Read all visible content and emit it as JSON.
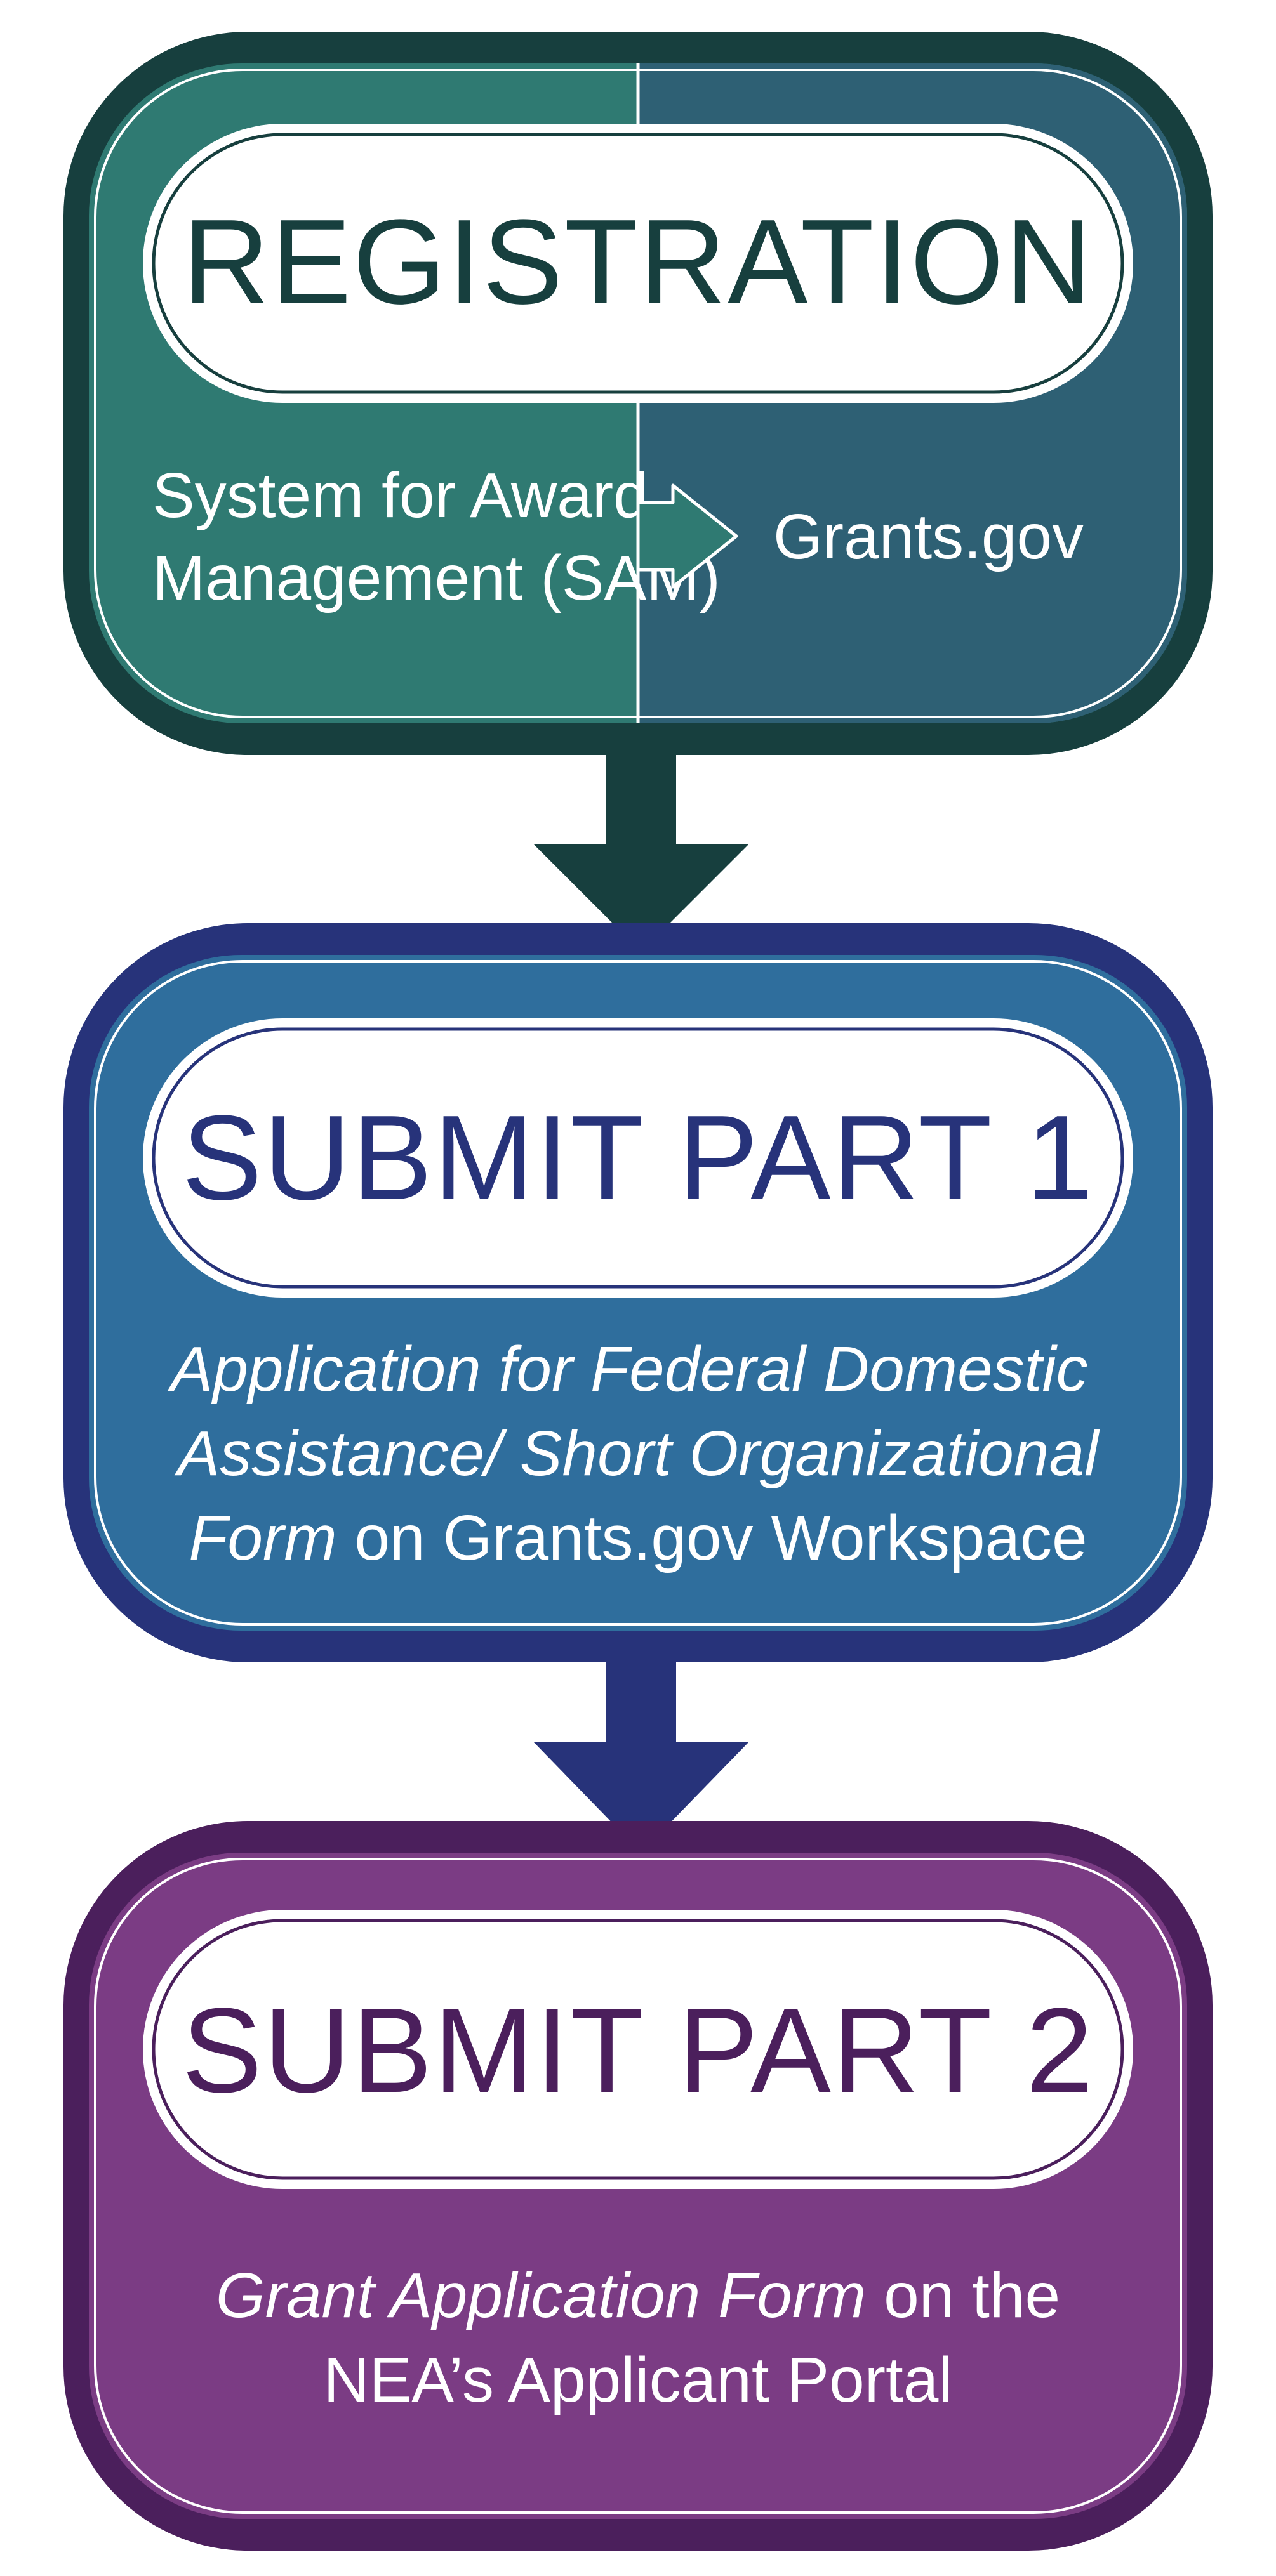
{
  "registration": {
    "title": "REGISTRATION",
    "left_line1": "System for Award",
    "left_line2": "Management (SAM)",
    "right_label": "Grants.gov",
    "colors": {
      "border": "#173f3e",
      "left_fill": "#2f7a72",
      "right_fill": "#2e6074",
      "title_text": "#173f3e"
    }
  },
  "part1": {
    "title": "SUBMIT PART 1",
    "line1_italic": "Application for Federal Domestic",
    "line2_italic": "Assistance/ Short Organizational",
    "line3_italic": "Form",
    "line3_regular": " on Grants.gov Workspace",
    "colors": {
      "border": "#27337a",
      "fill": "#2f6e9d",
      "title_text": "#27337a"
    }
  },
  "part2": {
    "title": "SUBMIT PART 2",
    "line1_italic": "Grant Application Form",
    "line1_regular": " on the",
    "line2": "NEA’s Applicant Portal",
    "colors": {
      "border": "#4b1f5c",
      "fill": "#7b3c84",
      "title_text": "#4b1f5c"
    }
  }
}
